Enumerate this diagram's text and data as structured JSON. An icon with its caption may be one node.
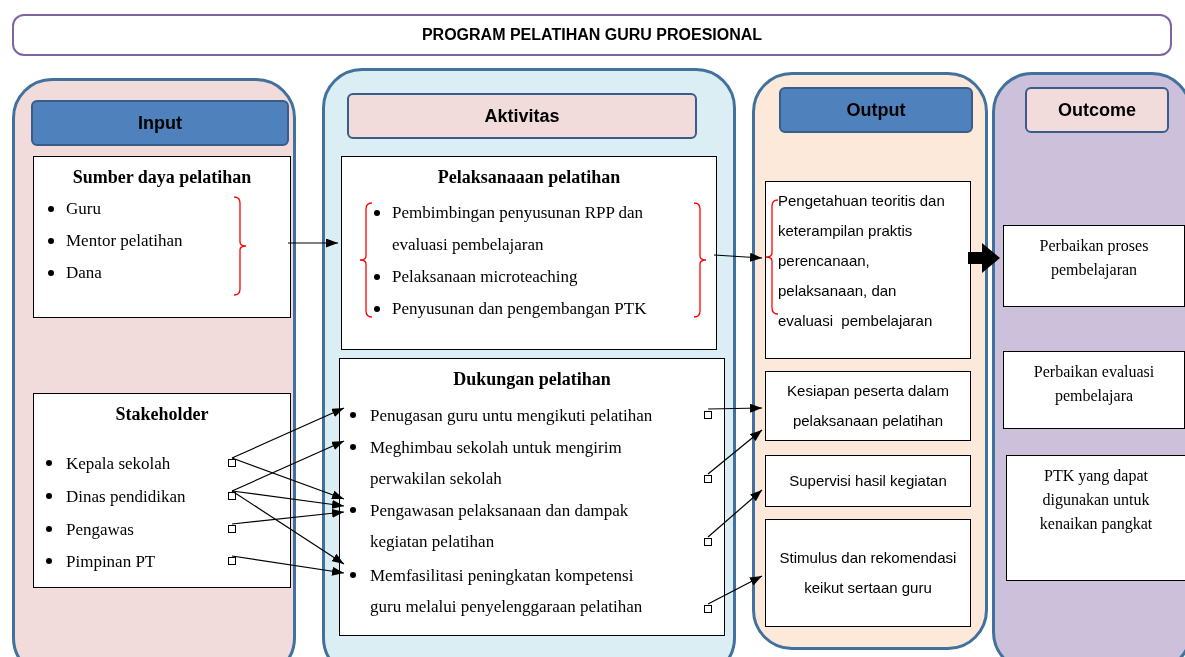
{
  "diagram": {
    "title": "PROGRAM PELATIHAN GURU PROESIONAL",
    "nodes": [
      {
        "text": [
          "Input"
        ]
      },
      {
        "text": [
          "Sumber daya pelatihan",
          "Guru",
          "Mentor pelatihan",
          "Dana"
        ],
        "in": 0
      },
      {
        "text": [
          "Stakeholder"
        ],
        "in": 0
      },
      {
        "text": [
          "Kepala sekolah"
        ],
        "in": 2
      },
      {
        "text": [
          "Dinas pendidikan"
        ],
        "in": 2
      },
      {
        "text": [
          "Pengawas"
        ],
        "in": 2
      },
      {
        "text": [
          "Pimpinan PT"
        ],
        "in": 2
      },
      {
        "text": [
          "Aktivitas"
        ]
      },
      {
        "text": [
          "Pelaksanaaan pelatihan",
          "Pembimbingan penyusunan RPP dan evaluasi pembelajaran",
          "Pelaksanaan microteaching",
          "Penyusunan dan pengembangan PTK"
        ],
        "in": 7
      },
      {
        "text": [
          "Dukungan pelatihan"
        ],
        "in": 7
      },
      {
        "text": [
          "Penugasan guru untu mengikuti pelatihan"
        ],
        "in": 9
      },
      {
        "text": [
          "Meghimbau sekolah untuk mengirim perwakilan sekolah"
        ],
        "in": 9
      },
      {
        "text": [
          "Pengawasan pelaksanaan dan dampak kegiatan pelatihan"
        ],
        "in": 9
      },
      {
        "text": [
          "Memfasilitasi peningkatan kompetensi guru melalui penyelenggaraan pelatihan"
        ],
        "in": 9
      },
      {
        "text": [
          "Output"
        ]
      },
      {
        "text": [
          "Pengetahuan teoritis dan keterampilan praktis perencanaan, pelaksanaan, dan evaluasi  pembelajaran"
        ],
        "in": 14
      },
      {
        "text": [
          "Kesiapan peserta dalam pelaksanaan pelatihan"
        ],
        "in": 14
      },
      {
        "text": [
          "Supervisi hasil kegiatan"
        ],
        "in": 14
      },
      {
        "text": [
          "Stimulus dan rekomendasi keikut sertaan guru"
        ],
        "in": 14
      },
      {
        "text": [
          "Outcome"
        ]
      },
      {
        "text": [
          "Perbaikan proses pembelajaran"
        ],
        "in": 19
      },
      {
        "text": [
          "Perbaikan evaluasi pembelajara"
        ],
        "in": 19
      },
      {
        "text": [
          "PTK yang dapat digunakan untuk kenaikan pangkat"
        ],
        "in": 19
      }
    ],
    "edges": [
      {
        "from": 1,
        "to": 8,
        "arrow": "to"
      },
      {
        "from": 8,
        "to": 15,
        "arrow": "to"
      },
      {
        "from": 15,
        "to": 20,
        "arrow": "to",
        "style": "thick"
      },
      {
        "from": 3,
        "to": 10,
        "arrow": "to"
      },
      {
        "from": 3,
        "to": 12,
        "arrow": "to"
      },
      {
        "from": 4,
        "to": 11,
        "arrow": "to"
      },
      {
        "from": 4,
        "to": 12,
        "arrow": "to"
      },
      {
        "from": 4,
        "to": 13,
        "arrow": "to"
      },
      {
        "from": 5,
        "to": 12,
        "arrow": "to"
      },
      {
        "from": 6,
        "to": 13,
        "arrow": "to"
      },
      {
        "from": 10,
        "to": 16,
        "arrow": "to"
      },
      {
        "from": 11,
        "to": 16,
        "arrow": "to"
      },
      {
        "from": 12,
        "to": 17,
        "arrow": "to"
      },
      {
        "from": 13,
        "to": 18,
        "arrow": "to"
      }
    ]
  }
}
